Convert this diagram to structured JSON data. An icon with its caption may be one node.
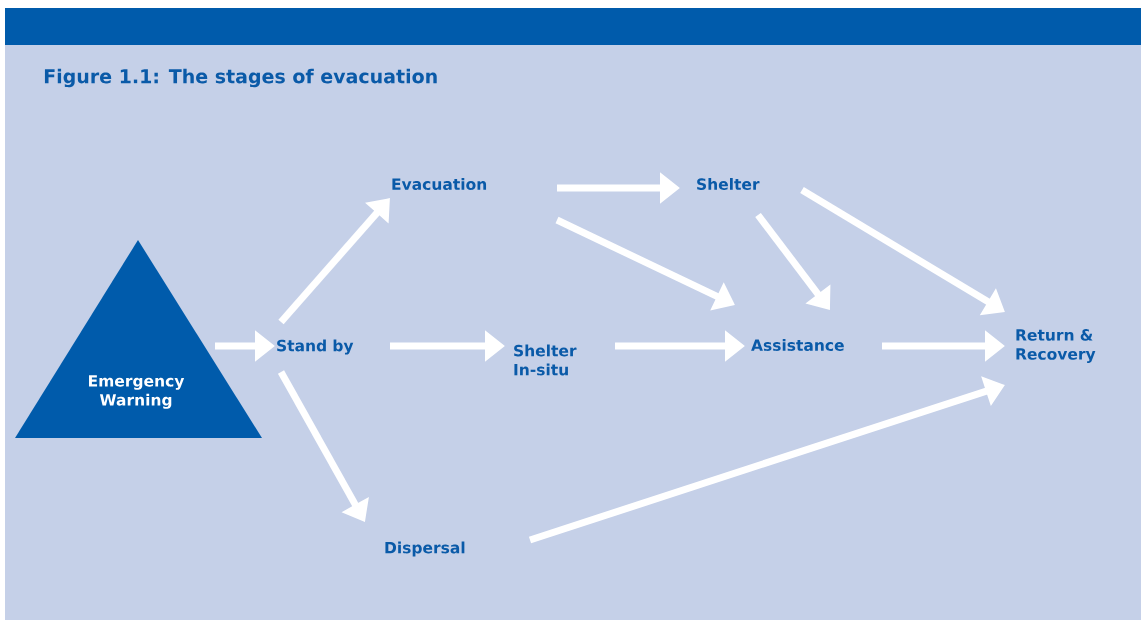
{
  "diagram": {
    "title": "Figure 1.1: The stages of evacuation",
    "nodes": [
      {
        "text": [
          "Emergency Warning"
        ]
      },
      {
        "text": [
          "Stand by"
        ]
      },
      {
        "text": [
          "Evacuation"
        ]
      },
      {
        "text": [
          "Shelter"
        ]
      },
      {
        "text": [
          "Shelter In-situ"
        ]
      },
      {
        "text": [
          "Assistance"
        ]
      },
      {
        "text": [
          "Dispersal"
        ]
      },
      {
        "text": [
          "Return & Recovery"
        ]
      }
    ],
    "edges": [
      {
        "from": 0,
        "to": 1,
        "arrow": "to"
      },
      {
        "from": 1,
        "to": 2,
        "arrow": "to"
      },
      {
        "from": 1,
        "to": 4,
        "arrow": "to"
      },
      {
        "from": 1,
        "to": 6,
        "arrow": "to"
      },
      {
        "from": 2,
        "to": 3,
        "arrow": "to"
      },
      {
        "from": 2,
        "to": 5,
        "arrow": "to"
      },
      {
        "from": 3,
        "to": 5,
        "arrow": "to"
      },
      {
        "from": 3,
        "to": 7,
        "arrow": "to"
      },
      {
        "from": 4,
        "to": 5,
        "arrow": "to"
      },
      {
        "from": 5,
        "to": 7,
        "arrow": "to"
      },
      {
        "from": 6,
        "to": 7,
        "arrow": "to"
      }
    ]
  }
}
